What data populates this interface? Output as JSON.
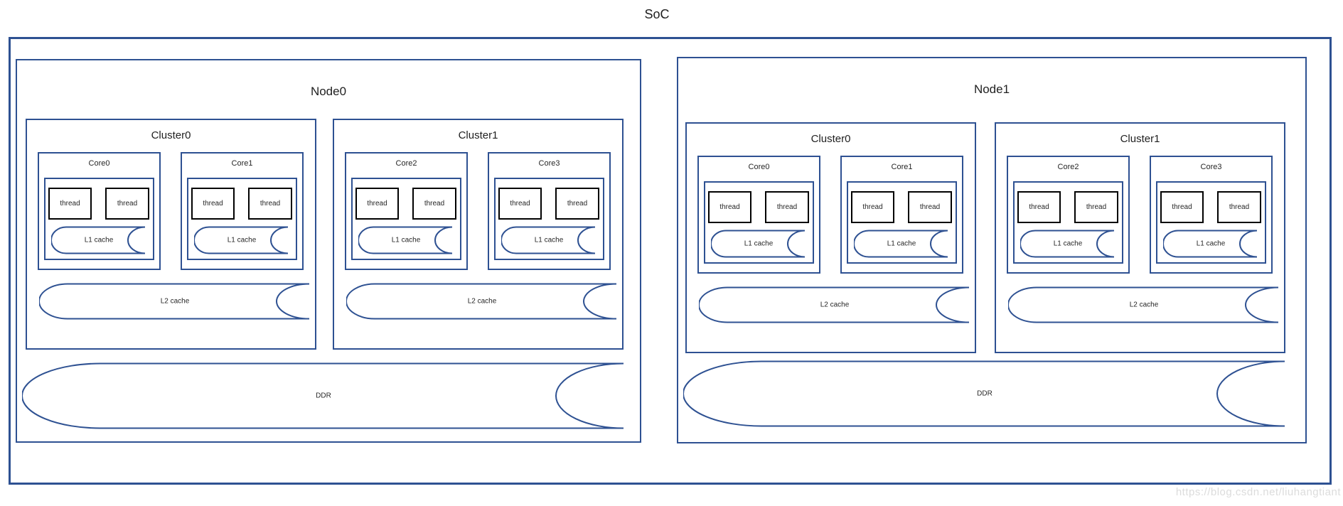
{
  "title": "SoC",
  "watermark": "https://blog.csdn.net/liuhangtiant",
  "colors": {
    "diagram_blue": "#2e5192",
    "thread_border_black": "#000000",
    "text": "#262626",
    "watermark_gray": "#dcdcdc",
    "background": "#ffffff"
  },
  "shapes": {
    "cache_shape": "open-ended-cylinder",
    "box_shape": "rectangle"
  },
  "nodes": [
    {
      "label": "Node0",
      "ddr": "DDR",
      "clusters": [
        {
          "label": "Cluster0",
          "l2": "L2 cache",
          "cores": [
            {
              "label": "Core0",
              "threads": [
                "thread",
                "thread"
              ],
              "l1": "L1 cache"
            },
            {
              "label": "Core1",
              "threads": [
                "thread",
                "thread"
              ],
              "l1": "L1 cache"
            }
          ]
        },
        {
          "label": "Cluster1",
          "l2": "L2 cache",
          "cores": [
            {
              "label": "Core2",
              "threads": [
                "thread",
                "thread"
              ],
              "l1": "L1 cache"
            },
            {
              "label": "Core3",
              "threads": [
                "thread",
                "thread"
              ],
              "l1": "L1 cache"
            }
          ]
        }
      ]
    },
    {
      "label": "Node1",
      "ddr": "DDR",
      "clusters": [
        {
          "label": "Cluster0",
          "l2": "L2 cache",
          "cores": [
            {
              "label": "Core0",
              "threads": [
                "thread",
                "thread"
              ],
              "l1": "L1 cache"
            },
            {
              "label": "Core1",
              "threads": [
                "thread",
                "thread"
              ],
              "l1": "L1 cache"
            }
          ]
        },
        {
          "label": "Cluster1",
          "l2": "L2 cache",
          "cores": [
            {
              "label": "Core2",
              "threads": [
                "thread",
                "thread"
              ],
              "l1": "L1 cache"
            },
            {
              "label": "Core3",
              "threads": [
                "thread",
                "thread"
              ],
              "l1": "L1 cache"
            }
          ]
        }
      ]
    }
  ]
}
